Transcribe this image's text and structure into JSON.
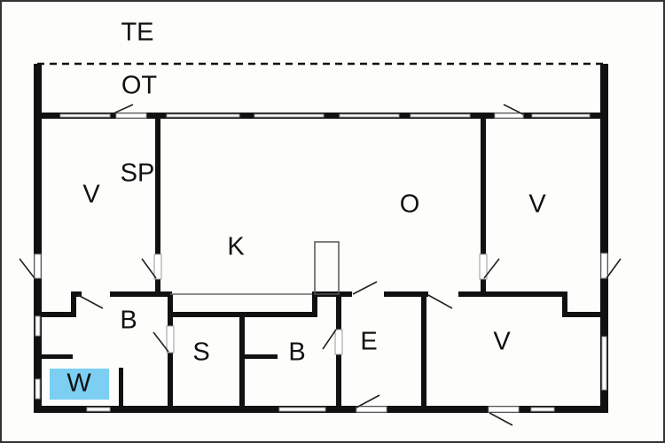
{
  "title": "Floor plan",
  "colors": {
    "wall": "#111111",
    "highlight": "#7ccff2",
    "background": "#fdfdfb"
  },
  "labels": {
    "terrace": "TE",
    "covered_terrace": "OT",
    "bedroom_top_left": "V",
    "sleeping_loft": "SP",
    "kitchen": "K",
    "living_room": "O",
    "bedroom_top_right": "V",
    "bathroom_left": "B",
    "sauna": "S",
    "bathroom_middle": "B",
    "entrance": "E",
    "bedroom_bottom_right": "V",
    "washroom": "W"
  }
}
